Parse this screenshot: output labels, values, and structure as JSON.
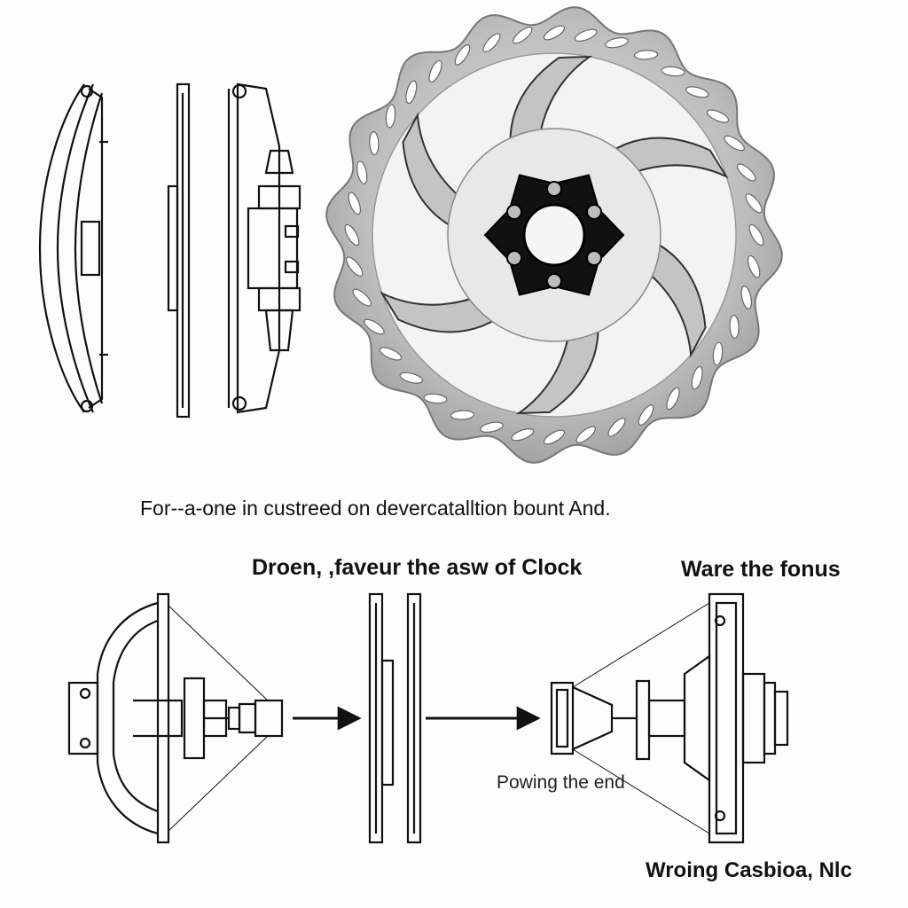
{
  "caption": "For--a-one in custreed on devercatalltion bount And.",
  "labels": {
    "top_left_middle": "Droen, ,faveur the asw of Clock",
    "top_right": "Ware the fonus",
    "middle_annotation": "Powing the end",
    "bottom_right": "Wroing Casbioa, Nlc"
  },
  "colors": {
    "line": "#111111",
    "rotor_metal": "#c8c8c8",
    "rotor_dark": "#8c8c8c",
    "hub": "#111111",
    "background": "#fdfdfd"
  }
}
